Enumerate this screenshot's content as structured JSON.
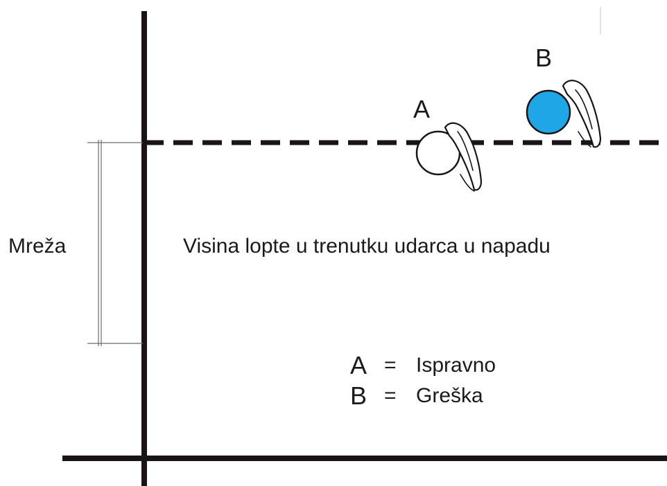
{
  "labels": {
    "ball_a": "A",
    "ball_b": "B",
    "net": "Mreža",
    "caption": "Visina lopte u trenutku udarca u napadu"
  },
  "legend": [
    {
      "key": "A",
      "equals": "=",
      "value": "Ispravno"
    },
    {
      "key": "B",
      "equals": "=",
      "value": "Greška"
    }
  ],
  "colors": {
    "line": "#1a1318",
    "ball_a_fill": "#ffffff",
    "ball_b_fill": "#1ea6e6",
    "dimension_line": "#6b6b6b"
  }
}
